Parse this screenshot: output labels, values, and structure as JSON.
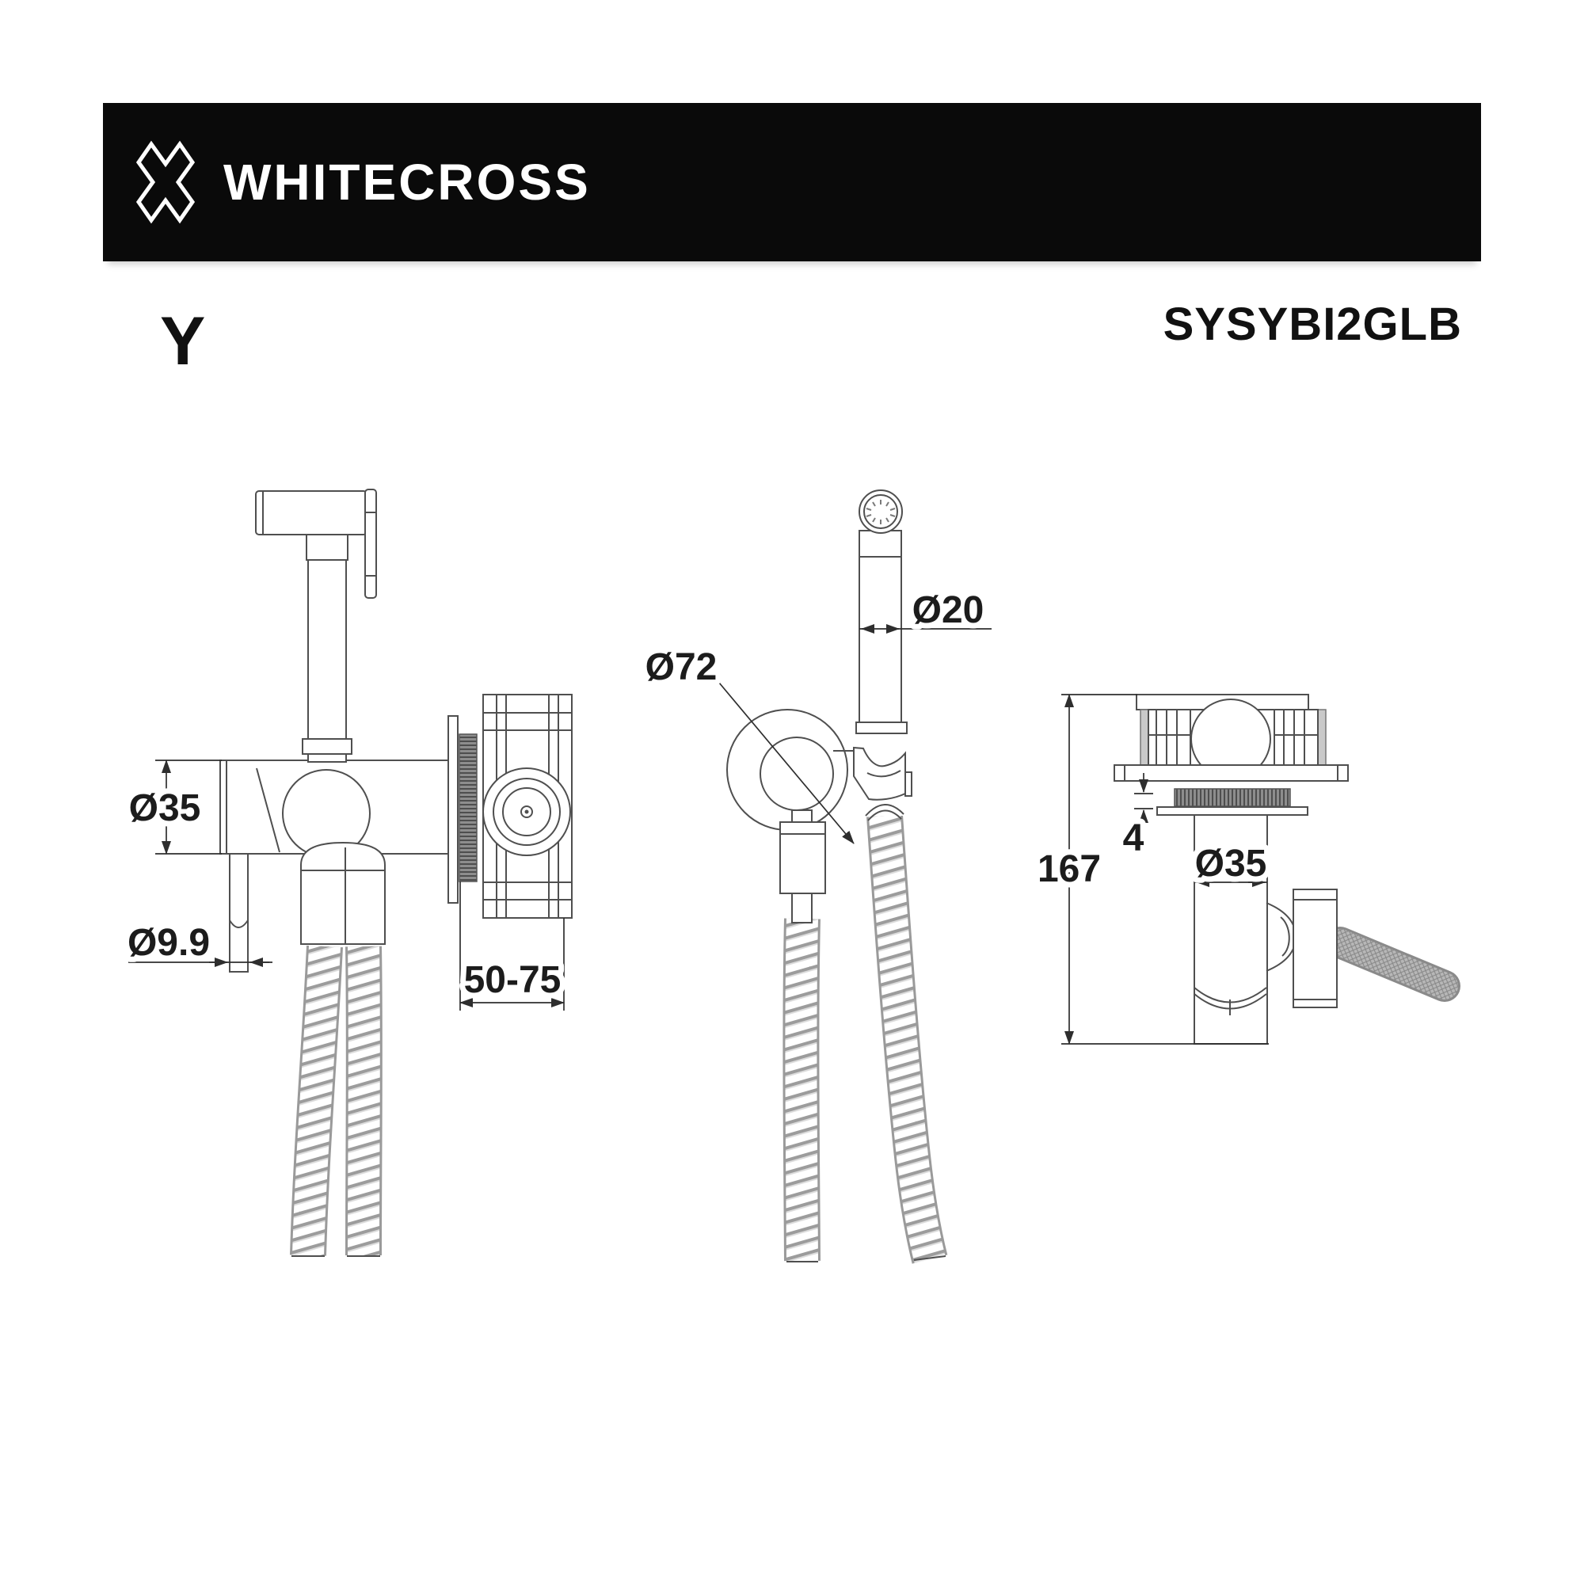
{
  "header": {
    "brand": "WHITECROSS",
    "series_label": "Y",
    "model": "SYSYBI2GLB"
  },
  "colors": {
    "banner_background": "#0a0a0a",
    "banner_text": "#ffffff",
    "line_work": "#4f4f4f",
    "dimension_text": "#1c1c1c",
    "page_background": "#ffffff"
  },
  "icons": {
    "brand_logo": "whitecross-x-cross"
  },
  "dimensions": {
    "side_view": {
      "tube_diameter": "Ø35",
      "outlet_diameter": "Ø9.9",
      "mounting_depth_range": "50-75"
    },
    "front_view": {
      "escutcheon_diameter": "Ø72",
      "wand_diameter": "Ø20"
    },
    "profile_view": {
      "total_height": "167",
      "plate_thickness": "4",
      "body_diameter": "Ø35"
    }
  }
}
